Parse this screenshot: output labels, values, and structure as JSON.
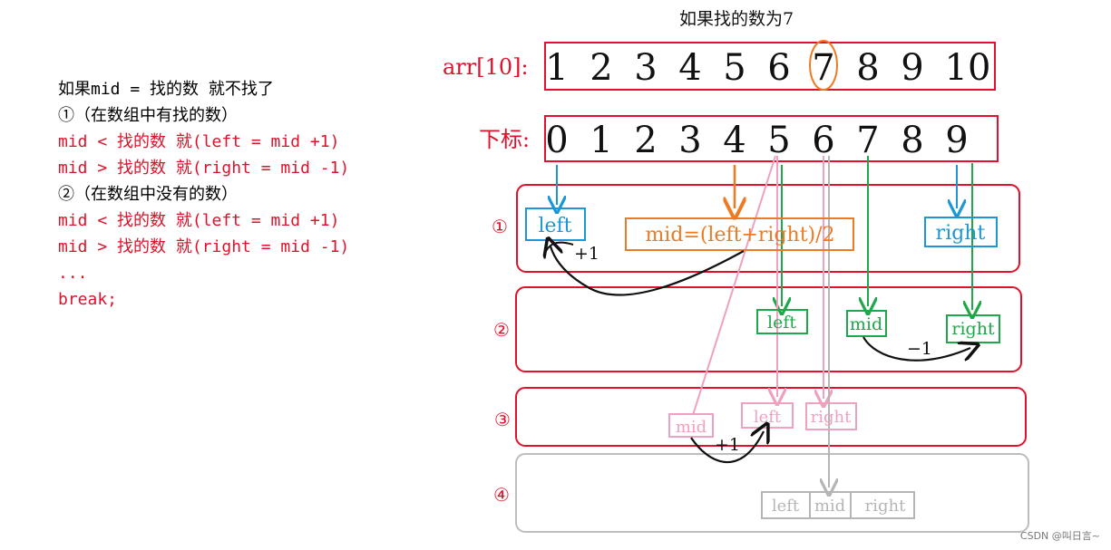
{
  "colors": {
    "red": "#e0112a",
    "blue": "#1c97d4",
    "orange": "#ee7a22",
    "green": "#1ea84a",
    "pink": "#f0a0c0",
    "gray": "#b5b5b5",
    "black": "#111111"
  },
  "notes": [
    {
      "text": "如果mid = 找的数 就不找了",
      "color": "black"
    },
    {
      "text": "①（在数组中有找的数）",
      "color": "black"
    },
    {
      "text": "mid < 找的数 就(left = mid +1)",
      "color": "red"
    },
    {
      "text": "mid > 找的数 就(right = mid -1)",
      "color": "red"
    },
    {
      "text": "②（在数组中没有的数）",
      "color": "black"
    },
    {
      "text": "mid < 找的数 就(left = mid +1)",
      "color": "red"
    },
    {
      "text": "mid > 找的数 就(right = mid -1)",
      "color": "red"
    },
    {
      "text": "...",
      "color": "red"
    },
    {
      "text": "break;",
      "color": "red"
    }
  ],
  "diagram": {
    "title": "如果找的数为7",
    "array_label": "arr[10]:",
    "array_values": [
      "1",
      "2",
      "3",
      "4",
      "5",
      "6",
      "7",
      "8",
      "9",
      "10"
    ],
    "index_label": "下标:",
    "index_values": [
      "0",
      "1",
      "2",
      "3",
      "4",
      "5",
      "6",
      "7",
      "8",
      "9"
    ],
    "steps": [
      {
        "number": "①",
        "labels": [
          {
            "text": "left",
            "color": "blue"
          },
          {
            "text": "mid=(left+right)/2",
            "color": "orange"
          },
          {
            "text": "right",
            "color": "blue"
          }
        ],
        "annotation": "+1"
      },
      {
        "number": "②",
        "labels": [
          {
            "text": "left",
            "color": "green"
          },
          {
            "text": "mid",
            "color": "green"
          },
          {
            "text": "right",
            "color": "green"
          }
        ],
        "annotation": "−1"
      },
      {
        "number": "③",
        "labels": [
          {
            "text": "mid",
            "color": "pink"
          },
          {
            "text": "left",
            "color": "pink"
          },
          {
            "text": "right",
            "color": "pink"
          }
        ],
        "annotation": "+1"
      },
      {
        "number": "④",
        "labels": [
          {
            "text": "left",
            "color": "gray"
          },
          {
            "text": "mid",
            "color": "gray"
          },
          {
            "text": "right",
            "color": "gray"
          }
        ]
      }
    ]
  },
  "watermark": "CSDN @叫日言~"
}
